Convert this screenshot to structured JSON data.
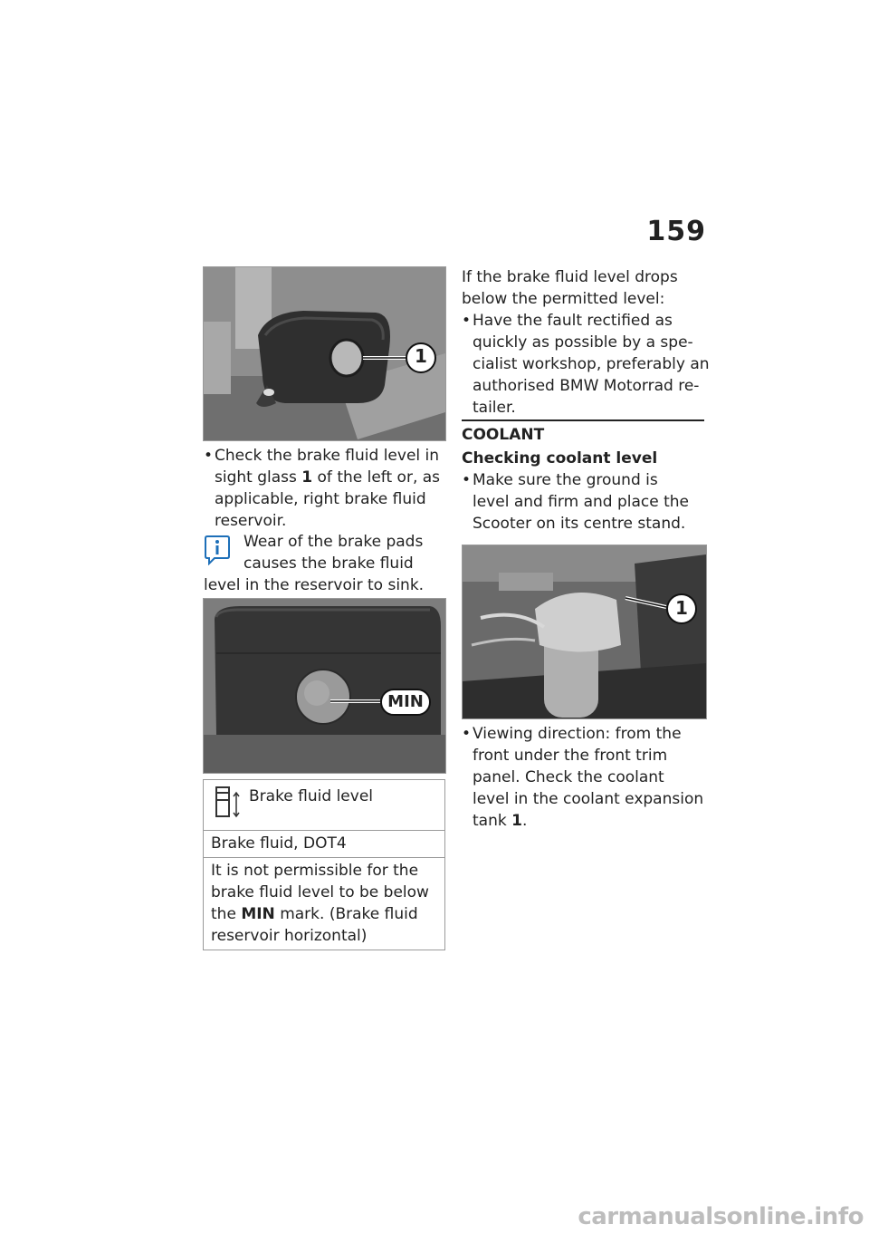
{
  "page_number": "159",
  "left": {
    "bullet_check_glass_lines": [
      "Check the brake fluid level in",
      "sight glass",
      "1",
      "of the left or, as",
      "applicable, right brake fluid",
      "reservoir."
    ],
    "info_note_lines": [
      "Wear of the brake pads",
      "causes the brake fluid",
      "level in the reservoir to sink."
    ],
    "photo1_callout": "1",
    "photo2_callout": "MIN",
    "spec": {
      "title": "Brake fluid level",
      "fluid": "Brake fluid, DOT4",
      "desc_line1": "It is not permissible for the",
      "desc_line2": "brake fluid level to be below",
      "desc_the": "the",
      "desc_min": "MIN",
      "desc_line3_rest": "mark.  (Brake fluid",
      "desc_line4": "reservoir horizontal)"
    }
  },
  "right": {
    "intro_lines": [
      "If the brake fluid level drops",
      "below the permitted level:"
    ],
    "bullet_fault_lines": [
      "Have the fault rectified as",
      "quickly as possible by a spe-",
      "cialist workshop, preferably an",
      "authorised BMW Motorrad re-",
      "tailer."
    ],
    "section_title": "COOLANT",
    "subsection_title": "Checking coolant level",
    "bullet_ground_lines": [
      "Make sure the ground is",
      "level and firm and place the",
      "Scooter on its centre stand."
    ],
    "photo3_callout": "1",
    "bullet_view_lines": [
      "Viewing direction:  from the",
      "front under the front trim",
      "panel.  Check the coolant",
      "level in the coolant expansion",
      "tank"
    ],
    "bullet_view_num": "1",
    "bullet_view_end": "."
  },
  "watermark": "carmanualsonline.info"
}
